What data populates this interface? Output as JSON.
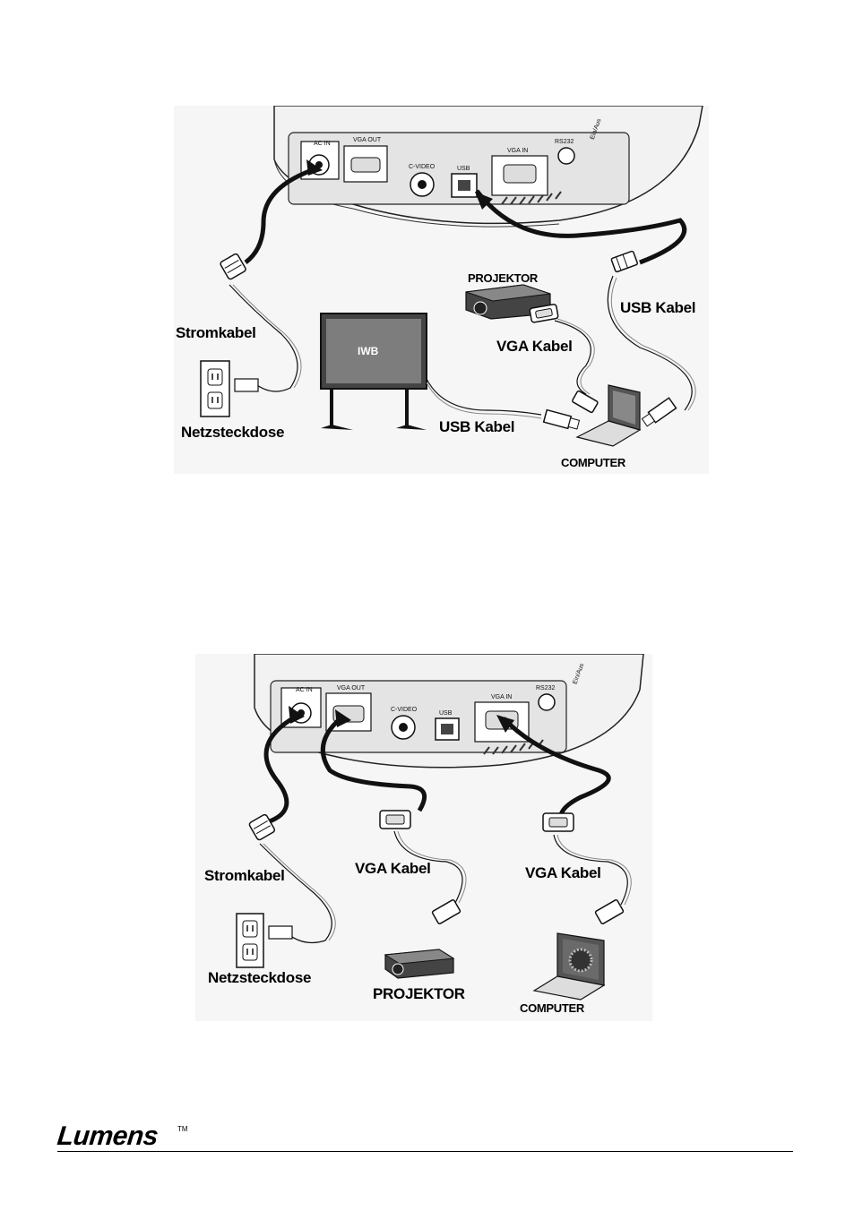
{
  "diagram1": {
    "ports": [
      "AC IN",
      "VGA OUT",
      "C-VIDEO",
      "USB",
      "VGA IN",
      "RS232",
      "Ein/Aus"
    ],
    "board_label": "IWB",
    "labels": {
      "power_cable": "Stromkabel",
      "outlet": "Netzsteckdose",
      "projector": "PROJEKTOR",
      "vga_cable": "VGA Kabel",
      "usb_cable_right": "USB Kabel",
      "usb_cable_bottom": "USB Kabel",
      "computer": "COMPUTER"
    }
  },
  "diagram2": {
    "ports": [
      "AC IN",
      "VGA OUT",
      "C-VIDEO",
      "USB",
      "VGA IN",
      "RS232",
      "Ein/Aus"
    ],
    "labels": {
      "power_cable": "Stromkabel",
      "outlet": "Netzsteckdose",
      "vga_cable_left": "VGA Kabel",
      "vga_cable_right": "VGA Kabel",
      "projector": "PROJEKTOR",
      "computer": "COMPUTER"
    }
  },
  "footer": {
    "brand": "Lumens",
    "trademark": "TM"
  }
}
